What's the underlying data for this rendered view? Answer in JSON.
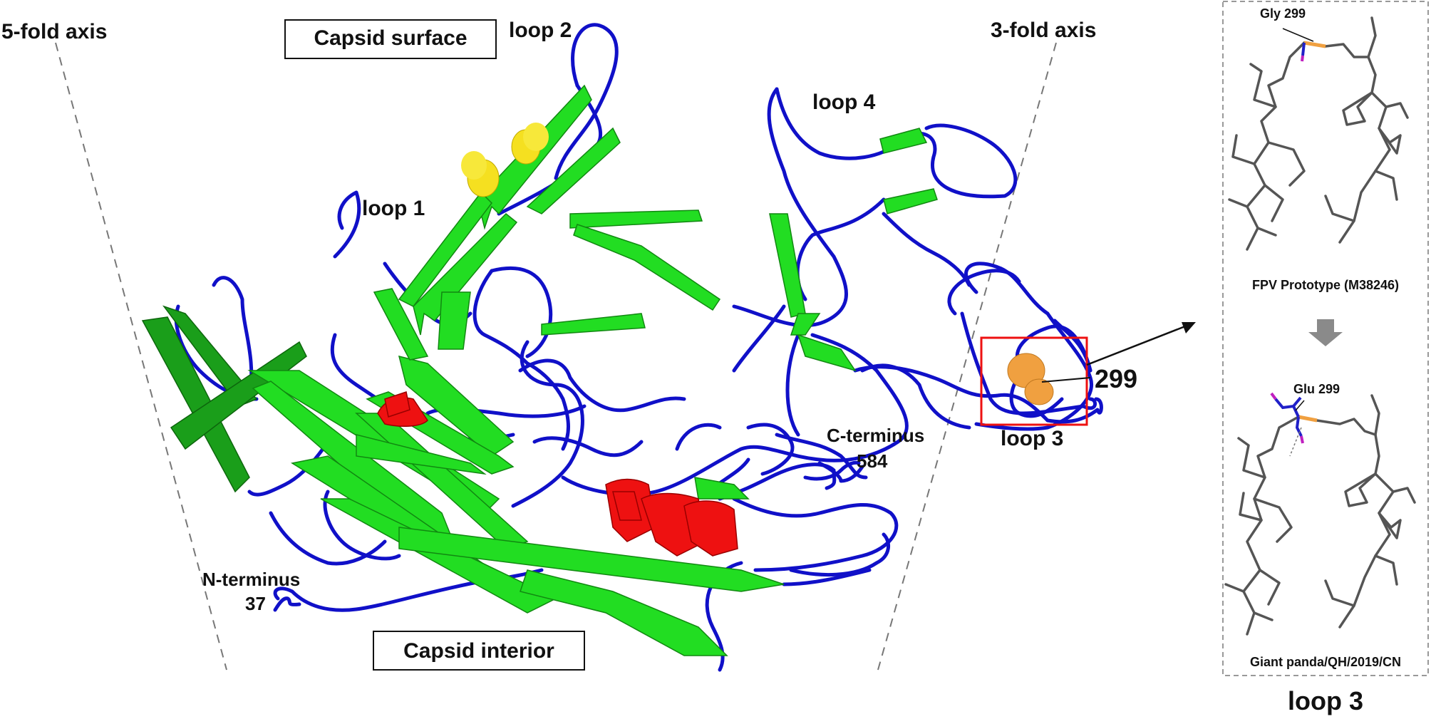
{
  "labels": {
    "five_fold_axis": "5-fold axis",
    "three_fold_axis": "3-fold axis",
    "capsid_surface": "Capsid surface",
    "capsid_interior": "Capsid interior",
    "loop1": "loop 1",
    "loop2": "loop 2",
    "loop3": "loop 3",
    "loop4": "loop 4",
    "residue_299": "299",
    "c_terminus": "C-terminus",
    "c_terminus_num": "584",
    "n_terminus": "N-terminus",
    "n_terminus_num": "37"
  },
  "inset": {
    "top_residue": "Gly 299",
    "top_caption": "FPV Prototype (M38246)",
    "bottom_residue": "Glu 299",
    "bottom_caption": "Giant panda/QH/2019/CN",
    "title": "loop 3"
  },
  "colors": {
    "coil": "#1010c8",
    "beta_strand": "#22dd22",
    "helix": "#ee1111",
    "loop1_residue": "#f5e020",
    "residue_299": "#f0a040",
    "highlight_box": "#ee1111"
  }
}
